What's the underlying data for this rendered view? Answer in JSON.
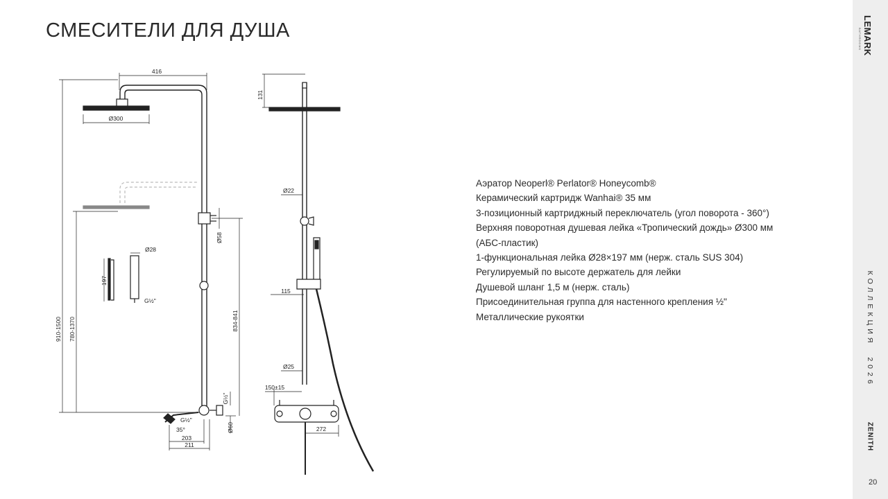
{
  "header": {
    "title": "СМЕСИТЕЛИ ДЛЯ ДУША"
  },
  "features": [
    "Аэратор Neoperl® Perlator® Honeycomb®",
    "Керамический картридж Wanhai® 35 мм",
    "3-позиционный картриджный переключатель (угол поворота - 360°)",
    "Верхняя поворотная душевая лейка «Тропический дождь» Ø300 мм",
    "(АБС-пластик)",
    "1-функциональная лейка Ø28×197 мм (нерж. сталь SUS 304)",
    "Регулируемый по высоте держатель для лейки",
    "Душевой шланг 1,5 м (нерж. сталь)",
    "Присоединительная группа для настенного крепления ½\"",
    "Металлические рукоятки"
  ],
  "sidebar": {
    "logo": "LEMARK",
    "logo_sub": "BATHROOMS",
    "collection": "КОЛЛЕКЦИЯ",
    "year": "2026",
    "series": "ZENITH",
    "page": "20"
  },
  "drawing": {
    "dims": {
      "width_416": "416",
      "head_300": "Ø300",
      "height_910": "910-1500",
      "height_780": "780-1370",
      "height_834": "834-841",
      "hand_28": "Ø28",
      "hand_197": "197",
      "hand_thread": "G½\"",
      "pipe_58": "Ø58",
      "spout_thread": "G½\"",
      "angle_35": "35°",
      "width_203": "203",
      "width_211": "211",
      "wall_thread": "G½\"",
      "body_60": "Ø60",
      "side_131": "131",
      "side_22": "Ø22",
      "side_115": "115",
      "side_25": "Ø25",
      "side_150": "150±15",
      "side_272": "272"
    }
  }
}
